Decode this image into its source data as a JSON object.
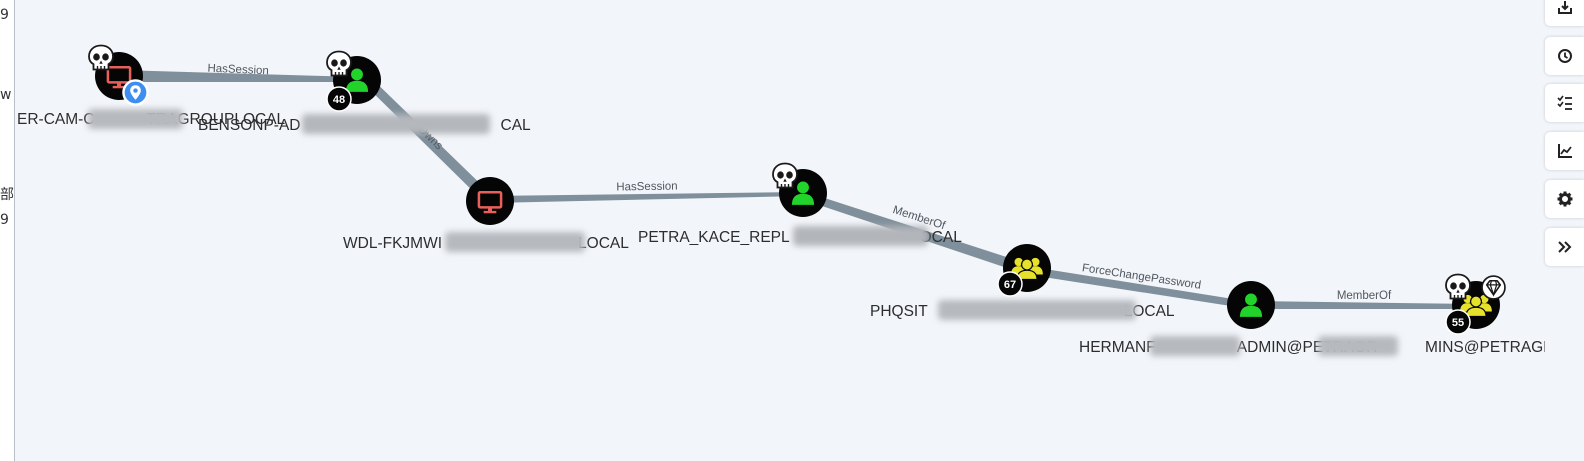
{
  "left_panel": {
    "fragments": [
      "9",
      "w",
      "部",
      "9"
    ]
  },
  "nodes": [
    {
      "id": "ws1",
      "type": "computer",
      "label_visible": [
        "ER-CAM-C",
        "TRAGROUPLOCAL"
      ],
      "owned": true,
      "highvalue": false,
      "has_location_pin": true,
      "badge": ""
    },
    {
      "id": "benson",
      "type": "user",
      "label_visible": [
        "BENSONP-AD",
        "CAL"
      ],
      "owned": true,
      "highvalue": false,
      "has_location_pin": false,
      "badge": "48"
    },
    {
      "id": "wdl",
      "type": "computer",
      "label_visible": [
        "WDL-FKJMWI",
        "LOCAL"
      ],
      "owned": false,
      "highvalue": false,
      "has_location_pin": false,
      "badge": ""
    },
    {
      "id": "petra",
      "type": "user",
      "label_visible": [
        "PETRA_KACE_REPL",
        "OCAL"
      ],
      "owned": true,
      "highvalue": false,
      "has_location_pin": false,
      "badge": ""
    },
    {
      "id": "phqsit",
      "type": "group",
      "label_visible": [
        "PHQSIT",
        "LOCAL"
      ],
      "owned": false,
      "highvalue": false,
      "has_location_pin": false,
      "badge": "67"
    },
    {
      "id": "herman",
      "type": "user",
      "label_visible": [
        "HERMANF",
        "ADMIN@PETRAGR"
      ],
      "owned": false,
      "highvalue": false,
      "has_location_pin": false,
      "badge": ""
    },
    {
      "id": "admins",
      "type": "group",
      "label_visible": [
        "MINS@PETRAGROU"
      ],
      "owned": true,
      "highvalue": true,
      "has_location_pin": false,
      "badge": "55"
    }
  ],
  "edges": [
    {
      "from": "ws1",
      "to": "benson",
      "label": "HasSession"
    },
    {
      "from": "benson",
      "to": "wdl",
      "label": "Owns"
    },
    {
      "from": "wdl",
      "to": "petra",
      "label": "HasSession"
    },
    {
      "from": "petra",
      "to": "phqsit",
      "label": "MemberOf"
    },
    {
      "from": "phqsit",
      "to": "herman",
      "label": "ForceChangePassword"
    },
    {
      "from": "herman",
      "to": "admins",
      "label": "MemberOf"
    }
  ],
  "toolbar": [
    {
      "name": "export-icon"
    },
    {
      "name": "search-history-icon"
    },
    {
      "name": "list-filter-icon"
    },
    {
      "name": "chart-icon"
    },
    {
      "name": "settings-icon"
    },
    {
      "name": "collapse-icon"
    }
  ],
  "colors": {
    "background": "#f2f5f9",
    "edge": "#7f8f9b",
    "node_fill": "#050505",
    "computer_icon": "#e8605a",
    "user_icon": "#21d32a",
    "group_icon": "#e6e12a",
    "pin": "#3d8ef0"
  }
}
